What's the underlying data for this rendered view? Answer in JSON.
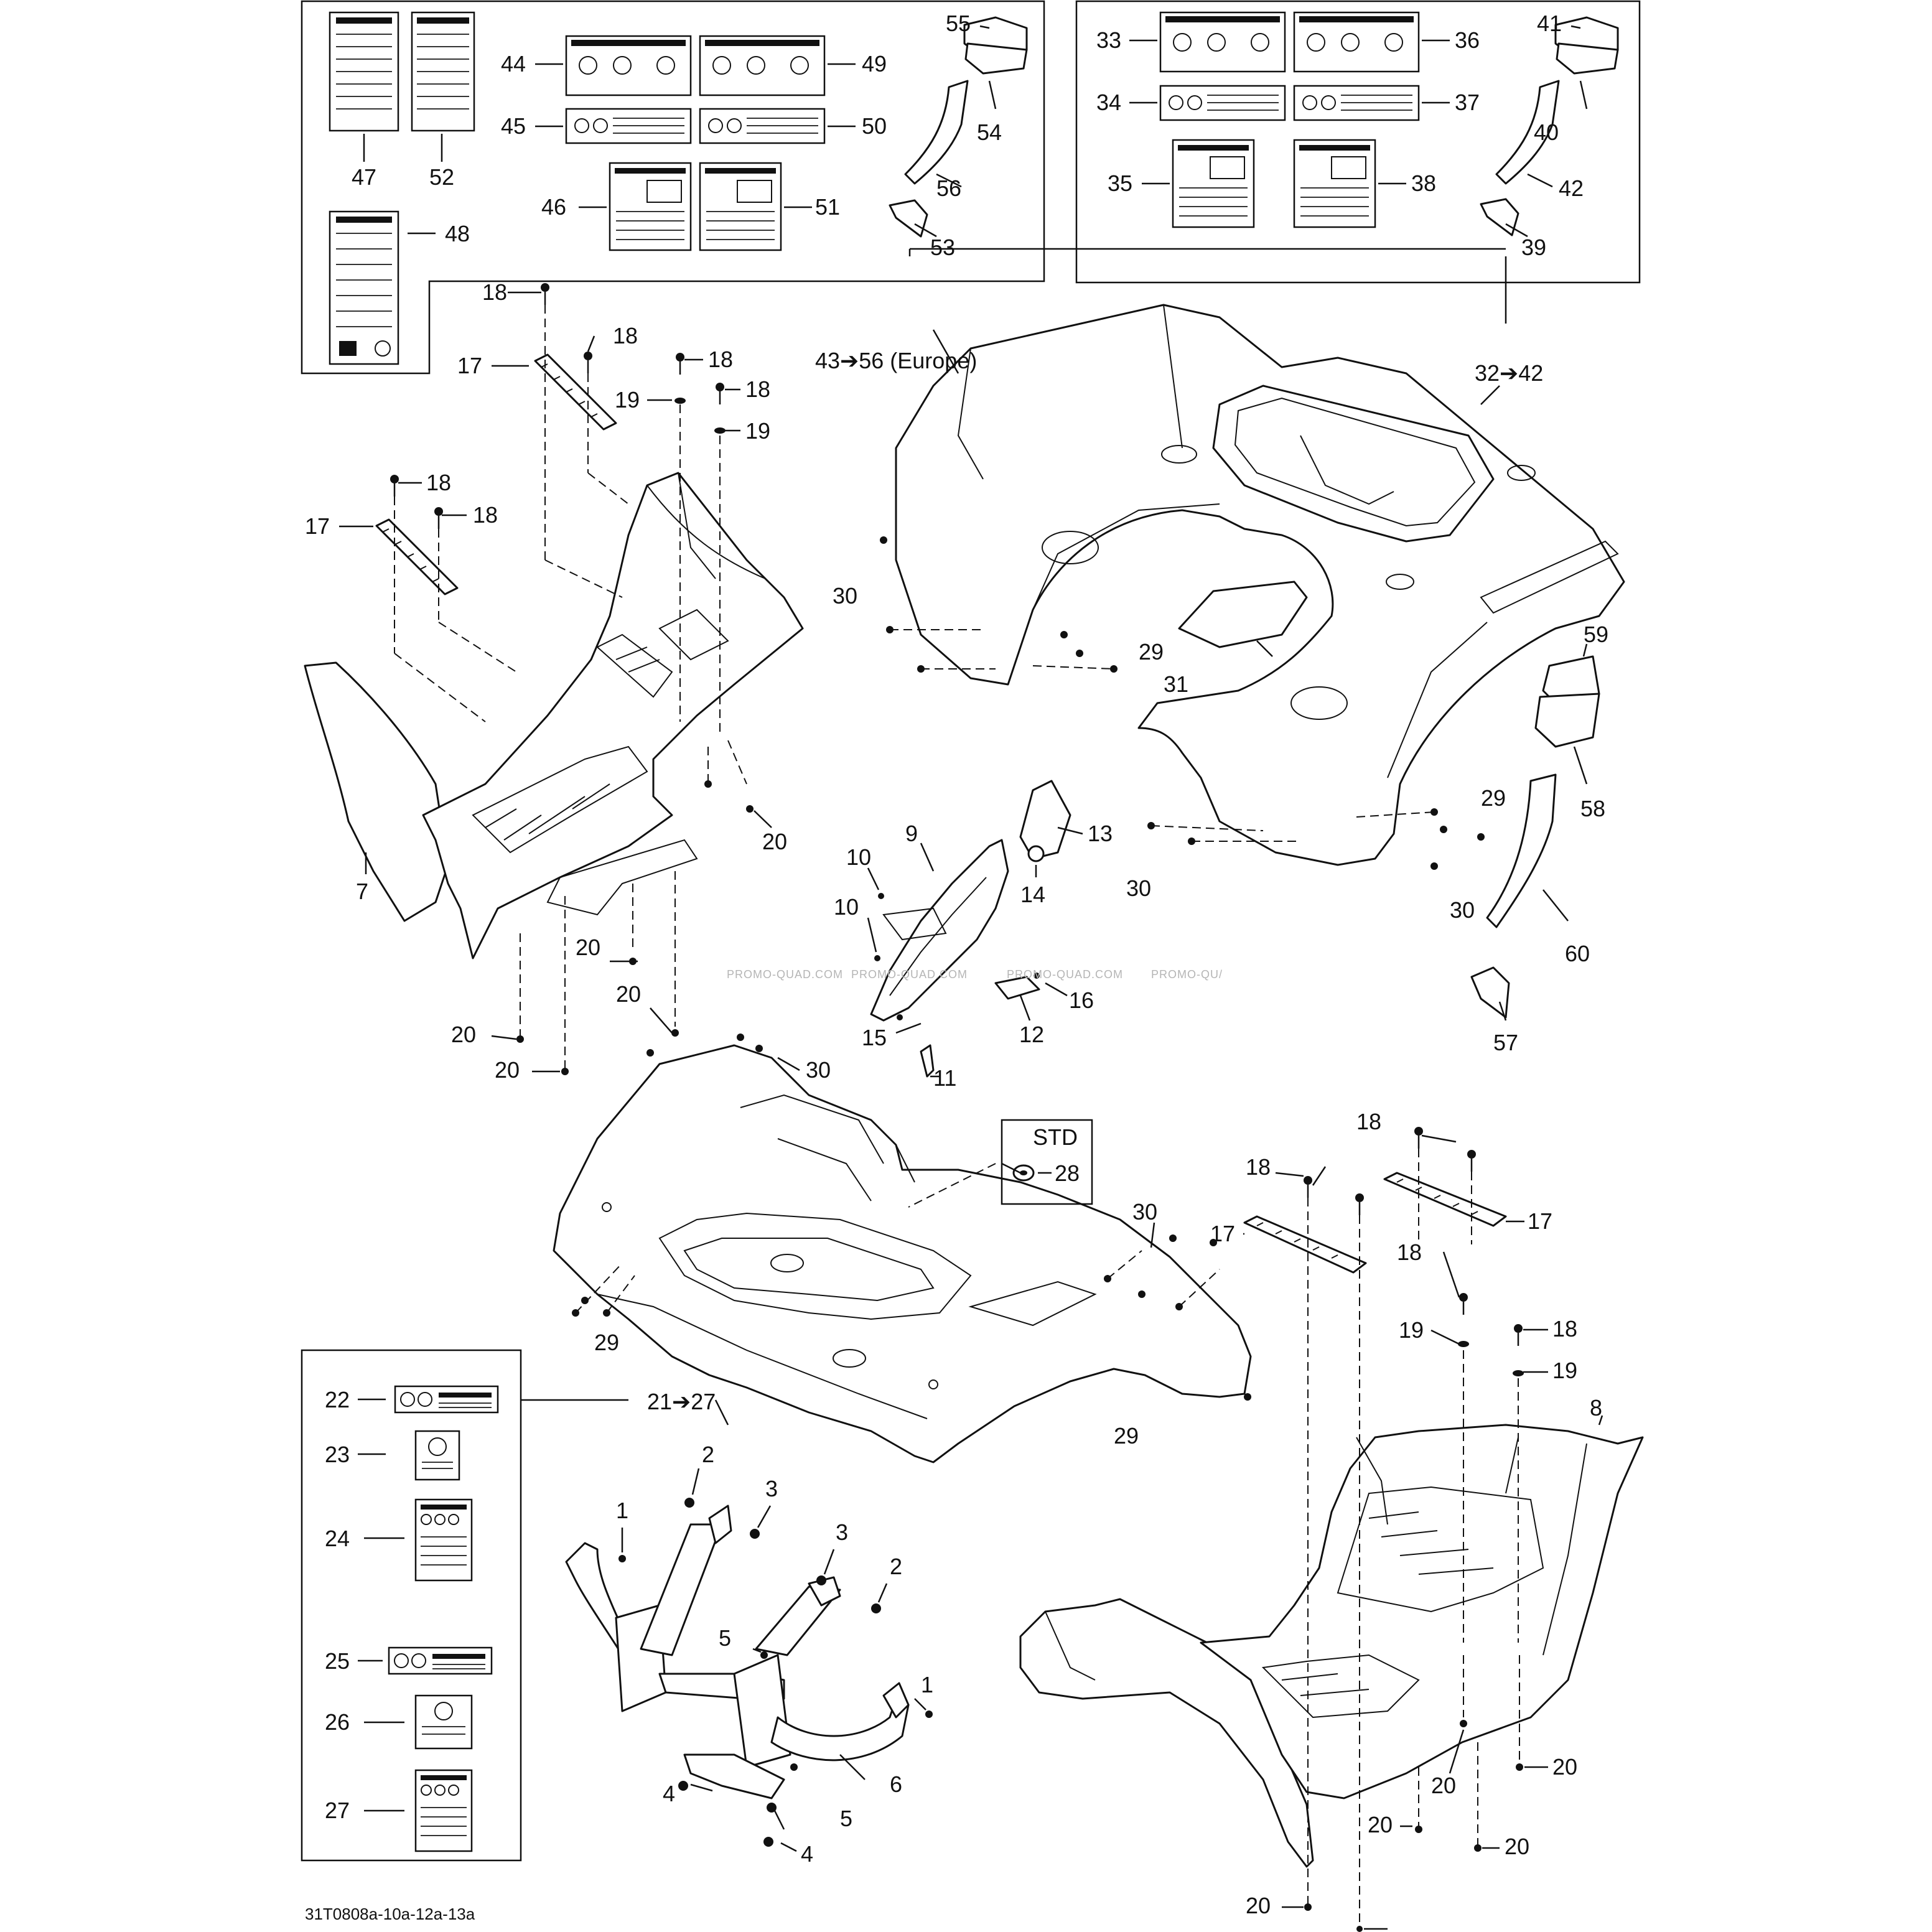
{
  "drawing_code": "31T0808a-10a-12a-13a",
  "watermark": "PROMO-QUAD.COM",
  "watermark_partial": "PROMO-QU/",
  "ref_groups": {
    "europe_left": "43➔56 (Europe)",
    "europe_right": "32➔42",
    "front_decals": "21➔27",
    "std": "STD"
  },
  "callouts": {
    "c1a": "1",
    "c1b": "1",
    "c2a": "2",
    "c2b": "2",
    "c3a": "3",
    "c3b": "3",
    "c4a": "4",
    "c4b": "4",
    "c5a": "5",
    "c5b": "5",
    "c6": "6",
    "c7": "7",
    "c8": "8",
    "c9": "9",
    "c10a": "10",
    "c10b": "10",
    "c11": "11",
    "c12": "12",
    "c13": "13",
    "c14": "14",
    "c15": "15",
    "c16": "16",
    "c17a": "17",
    "c17b": "17",
    "c17c": "17",
    "c17d": "17",
    "c18a": "18",
    "c18b": "18",
    "c18c": "18",
    "c18d": "18",
    "c18e": "18",
    "c18f": "18",
    "c18g": "18",
    "c18h": "18",
    "c18i": "18",
    "c18j": "18",
    "c19a": "19",
    "c19b": "19",
    "c19c": "19",
    "c19d": "19",
    "c20a": "20",
    "c20b": "20",
    "c20c": "20",
    "c20d": "20",
    "c20e": "20",
    "c20f": "20",
    "c20g": "20",
    "c20h": "20",
    "c20i": "20",
    "c20j": "20",
    "c22": "22",
    "c23": "23",
    "c24": "24",
    "c25": "25",
    "c26": "26",
    "c27": "27",
    "c28": "28",
    "c29a": "29",
    "c29b": "29",
    "c29c": "29",
    "c29d": "29",
    "c30a": "30",
    "c30b": "30",
    "c30c": "30",
    "c30d": "30",
    "c30e": "30",
    "c31": "31",
    "c33": "33",
    "c34": "34",
    "c35": "35",
    "c36": "36",
    "c37": "37",
    "c38": "38",
    "c39": "39",
    "c40": "40",
    "c41": "41",
    "c42": "42",
    "c44": "44",
    "c45": "45",
    "c46": "46",
    "c47": "47",
    "c48": "48",
    "c49": "49",
    "c50": "50",
    "c51": "51",
    "c52": "52",
    "c53": "53",
    "c54": "54",
    "c55": "55",
    "c56": "56",
    "c57": "57",
    "c58": "58",
    "c59": "59",
    "c60": "60"
  }
}
